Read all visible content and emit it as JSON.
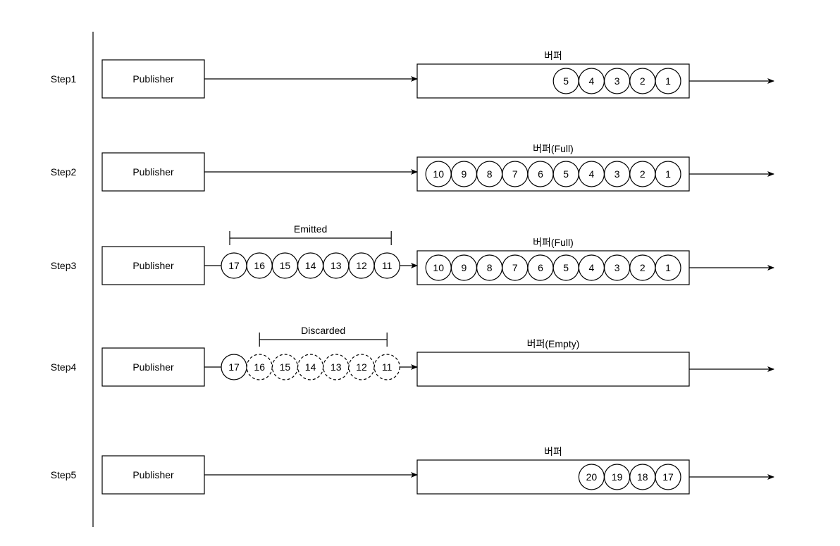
{
  "steps": [
    {
      "label": "Step1",
      "publisher": "Publisher",
      "buffer_title": "버퍼",
      "buffer_items": [
        "5",
        "4",
        "3",
        "2",
        "1"
      ],
      "stream_items": [],
      "bracket": null
    },
    {
      "label": "Step2",
      "publisher": "Publisher",
      "buffer_title": "버퍼(Full)",
      "buffer_items": [
        "10",
        "9",
        "8",
        "7",
        "6",
        "5",
        "4",
        "3",
        "2",
        "1"
      ],
      "stream_items": [],
      "bracket": null
    },
    {
      "label": "Step3",
      "publisher": "Publisher",
      "buffer_title": "버퍼(Full)",
      "buffer_items": [
        "10",
        "9",
        "8",
        "7",
        "6",
        "5",
        "4",
        "3",
        "2",
        "1"
      ],
      "stream_items": [
        {
          "value": "17",
          "dashed": false
        },
        {
          "value": "16",
          "dashed": false
        },
        {
          "value": "15",
          "dashed": false
        },
        {
          "value": "14",
          "dashed": false
        },
        {
          "value": "13",
          "dashed": false
        },
        {
          "value": "12",
          "dashed": false
        },
        {
          "value": "11",
          "dashed": false
        }
      ],
      "bracket": {
        "label": "Emitted",
        "span": "all"
      }
    },
    {
      "label": "Step4",
      "publisher": "Publisher",
      "buffer_title": "버퍼(Empty)",
      "buffer_items": [],
      "stream_items": [
        {
          "value": "17",
          "dashed": false
        },
        {
          "value": "16",
          "dashed": true
        },
        {
          "value": "15",
          "dashed": true
        },
        {
          "value": "14",
          "dashed": true
        },
        {
          "value": "13",
          "dashed": true
        },
        {
          "value": "12",
          "dashed": true
        },
        {
          "value": "11",
          "dashed": true
        }
      ],
      "bracket": {
        "label": "Discarded",
        "span": "dashed"
      }
    },
    {
      "label": "Step5",
      "publisher": "Publisher",
      "buffer_title": "버퍼",
      "buffer_items": [
        "20",
        "19",
        "18",
        "17"
      ],
      "stream_items": [],
      "bracket": null
    }
  ]
}
